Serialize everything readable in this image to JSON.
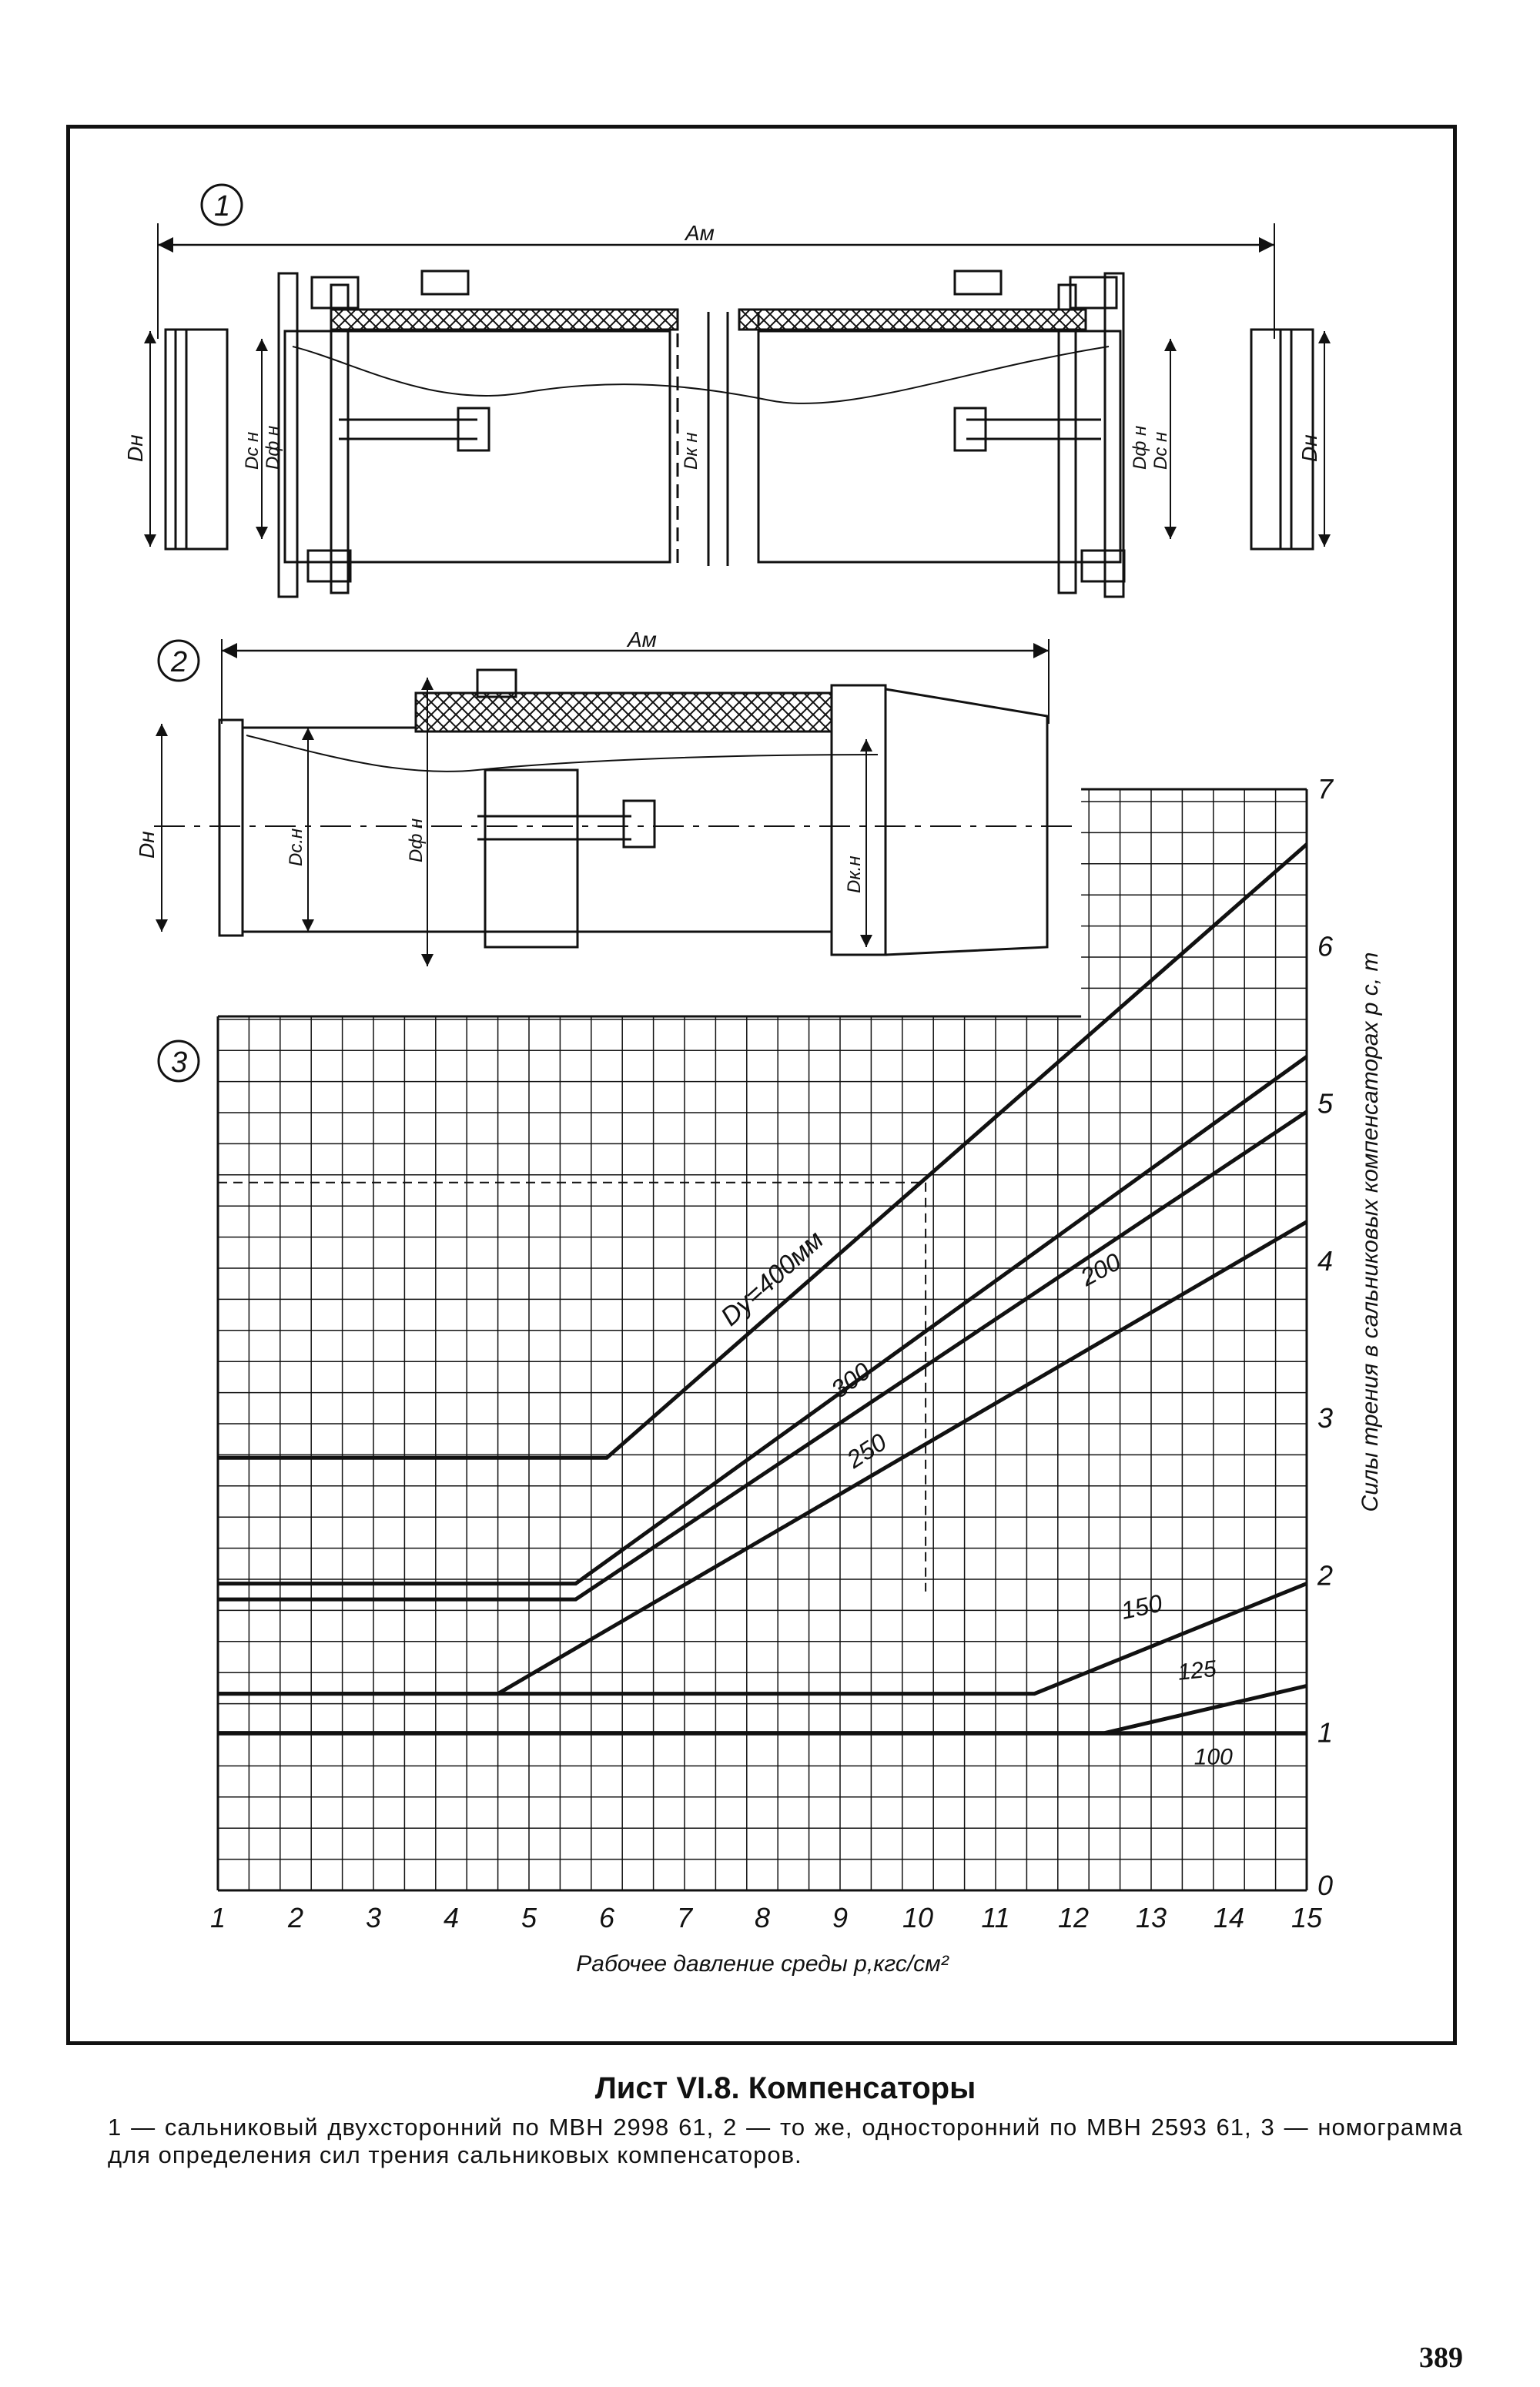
{
  "figure_labels": {
    "fig1": "1",
    "fig2": "2",
    "fig3": "3"
  },
  "dimension_labels": {
    "am": "Aм",
    "dn": "Dн",
    "dcn": "Dс н",
    "dfn": "Dф н",
    "dkn": "Dк н",
    "dcn2": "Dс.н",
    "dkn2": "Dк.н"
  },
  "chart_data": {
    "type": "line",
    "xlabel": "Рабочее давление среды p,кгс/см²",
    "ylabel": "Силы трения в сальниковых компенсаторах p с, т",
    "xlim": [
      1,
      15
    ],
    "ylim": [
      0,
      7
    ],
    "x_ticks": [
      "1",
      "2",
      "3",
      "4",
      "5",
      "6",
      "7",
      "8",
      "9",
      "10",
      "11",
      "12",
      "13",
      "14",
      "15"
    ],
    "y_ticks": [
      "0",
      "1",
      "2",
      "3",
      "4",
      "5",
      "6",
      "7"
    ],
    "grid": true,
    "series": [
      {
        "name": "Dу=400мм",
        "x": [
          1,
          6,
          15
        ],
        "y": [
          2.75,
          2.75,
          6.65
        ]
      },
      {
        "name": "300",
        "x": [
          1,
          5.6,
          15
        ],
        "y": [
          1.95,
          1.95,
          5.3
        ]
      },
      {
        "name": "250",
        "x": [
          1,
          5.6,
          15
        ],
        "y": [
          1.85,
          1.85,
          4.95
        ]
      },
      {
        "name": "200",
        "x": [
          1,
          4.6,
          15
        ],
        "y": [
          1.25,
          1.25,
          4.25
        ]
      },
      {
        "name": "150",
        "x": [
          1,
          11.5,
          15
        ],
        "y": [
          1.25,
          1.25,
          1.95
        ]
      },
      {
        "name": "125",
        "x": [
          1,
          12.4,
          15
        ],
        "y": [
          1.0,
          1.0,
          1.3
        ]
      },
      {
        "name": "100",
        "x": [
          1,
          15
        ],
        "y": [
          1.0,
          1.0
        ]
      }
    ],
    "series_labels": [
      "Dу=400мм",
      "300",
      "250",
      "200",
      "150",
      "125",
      "100"
    ]
  },
  "caption": {
    "title": "Лист VI.8. Компенсаторы",
    "text": "1 — сальниковый двухсторонний по МВН 2998 61, 2 — то же, односторонний по МВН 2593 61, 3 — номограмма для определения сил трения сальниковых компенсаторов."
  },
  "page_number": "389"
}
